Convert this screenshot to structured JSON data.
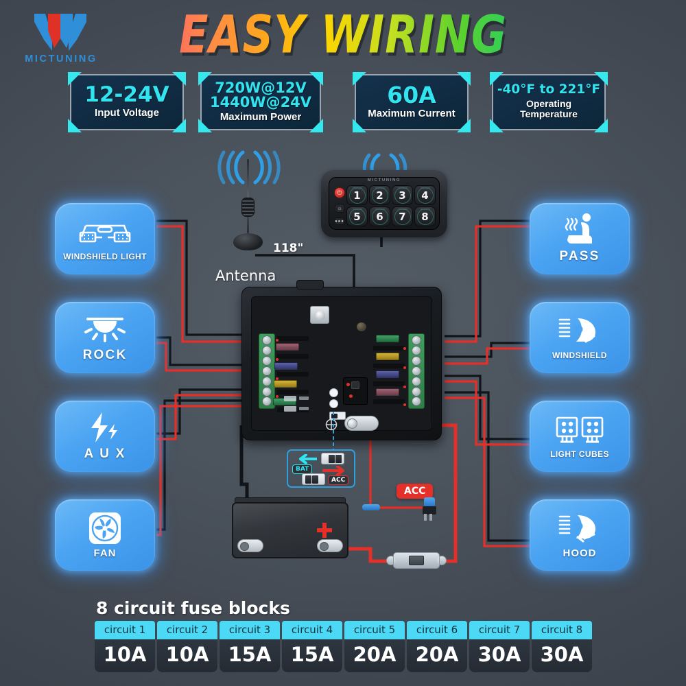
{
  "brand": {
    "name": "MICTUNING",
    "logo_icon": "mictuning-m-logo",
    "blue": "#2f8fd8",
    "red": "#e03127"
  },
  "title": {
    "text": "EASY WIRING"
  },
  "specs": [
    {
      "value": "12-24V",
      "label": "Input Voltage",
      "label2": ""
    },
    {
      "value": "720W@12V",
      "value2": "1440W@24V",
      "label": "Maximum Power"
    },
    {
      "value": "60A",
      "label": "Maximum Current"
    },
    {
      "value": "-40°F to 221°F",
      "label": "Operating",
      "label2": "Temperature"
    }
  ],
  "left_outputs": [
    {
      "label": "WINDSHIELD LIGHT",
      "icon": "light-bar-icon"
    },
    {
      "label": "ROCK",
      "icon": "rock-light-icon"
    },
    {
      "label": "A U X",
      "icon": "lightning-bolt-icon"
    },
    {
      "label": "FAN",
      "icon": "fan-icon"
    }
  ],
  "right_outputs": [
    {
      "label": "PASS",
      "icon": "heated-seat-icon"
    },
    {
      "label": "WINDSHIELD",
      "icon": "windshield-washer-icon"
    },
    {
      "label": "LIGHT CUBES",
      "icon": "light-cubes-icon"
    },
    {
      "label": "HOOD",
      "icon": "hood-light-icon"
    }
  ],
  "panel": {
    "brand": "MICTUNING",
    "buttons": [
      "1",
      "2",
      "3",
      "4",
      "5",
      "6",
      "7",
      "8"
    ],
    "power_icon": "power-icon",
    "brightness_icon": "brightness-icon",
    "menu_icon": "menu-dots-icon"
  },
  "antenna": {
    "label": "Antenna",
    "length": "118\"",
    "icon": "antenna-icon"
  },
  "switch_detail": {
    "bat_label": "BAT",
    "acc_label": "ACC",
    "bat_arrow_color": "#31e4f0",
    "acc_arrow_color": "#e0322a"
  },
  "acc_tap": {
    "label": "ACC",
    "color": "#e5302a"
  },
  "fuse_blocks": {
    "title": "8 circuit fuse blocks",
    "header_color": "#4cd9f5",
    "columns": [
      {
        "header": "circuit 1",
        "value": "10A"
      },
      {
        "header": "circuit 2",
        "value": "10A"
      },
      {
        "header": "circuit 3",
        "value": "15A"
      },
      {
        "header": "circuit 4",
        "value": "15A"
      },
      {
        "header": "circuit 5",
        "value": "20A"
      },
      {
        "header": "circuit 6",
        "value": "20A"
      },
      {
        "header": "circuit 7",
        "value": "30A"
      },
      {
        "header": "circuit 8",
        "value": "30A"
      }
    ]
  },
  "theme": {
    "background": "#4a525b",
    "icon_box_blue": "#4ba4f2",
    "wire_black": "#101214",
    "wire_red": "#e5302a",
    "accent_cyan": "#31e4f0"
  }
}
